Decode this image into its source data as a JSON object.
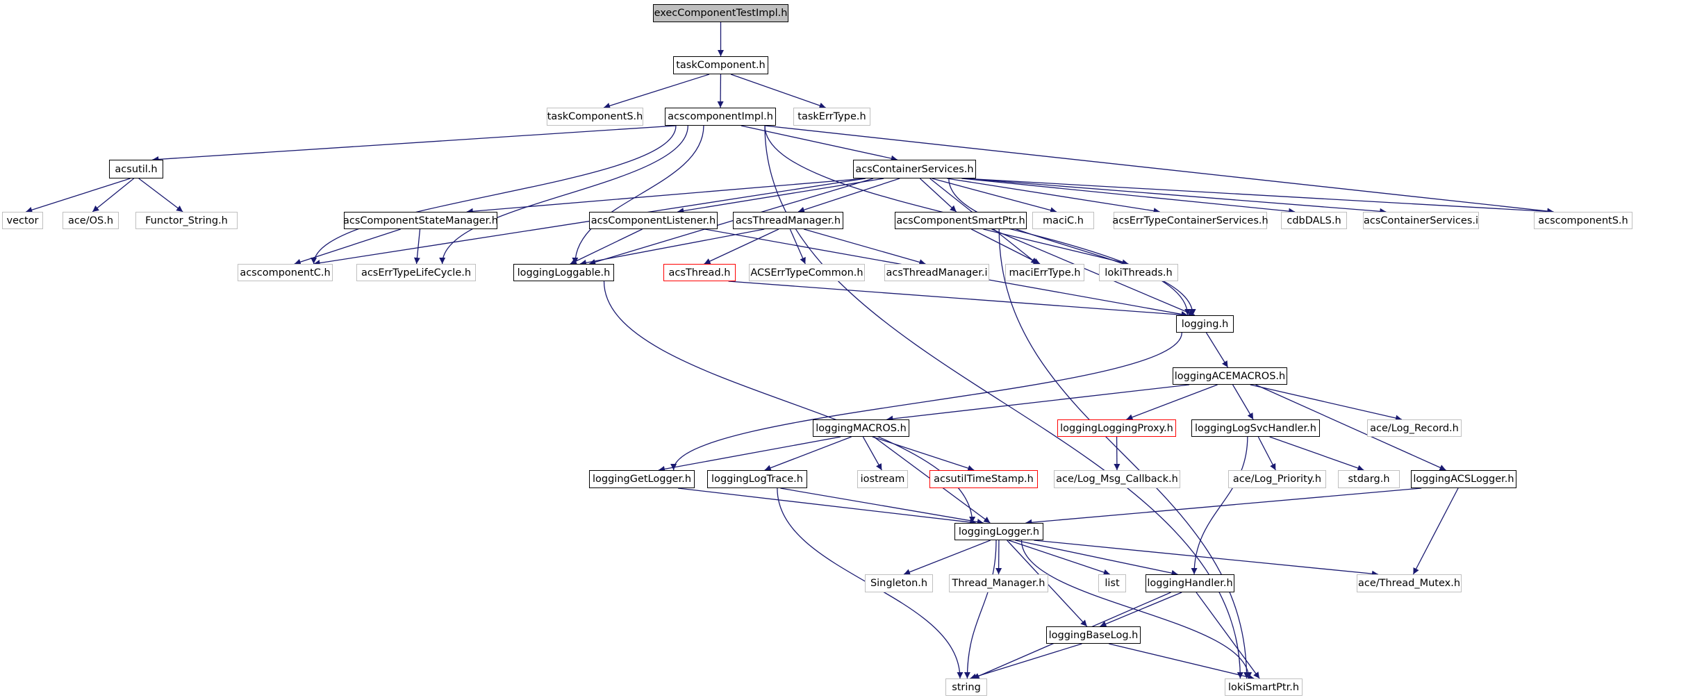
{
  "title": "execComponentTestImpl.h include dependency graph",
  "colors": {
    "edge": "#191970",
    "documented_border": "#000000",
    "undocumented_border": "#bfbfbf",
    "error_border": "#ff0000",
    "root_fill": "#bfbfbf"
  },
  "nodes": [
    {
      "id": "execComponentTestImpl",
      "label": "execComponentTestImpl.h",
      "style": "root"
    },
    {
      "id": "taskComponent",
      "label": "taskComponent.h",
      "style": "doc"
    },
    {
      "id": "taskComponentS",
      "label": "taskComponentS.h",
      "style": "undoc"
    },
    {
      "id": "acscomponentImpl",
      "label": "acscomponentImpl.h",
      "style": "doc"
    },
    {
      "id": "taskErrType",
      "label": "taskErrType.h",
      "style": "undoc"
    },
    {
      "id": "acsutil",
      "label": "acsutil.h",
      "style": "doc"
    },
    {
      "id": "acsContainerServices",
      "label": "acsContainerServices.h",
      "style": "doc"
    },
    {
      "id": "vector",
      "label": "vector",
      "style": "undoc"
    },
    {
      "id": "aceOS",
      "label": "ace/OS.h",
      "style": "undoc"
    },
    {
      "id": "FunctorString",
      "label": "Functor_String.h",
      "style": "undoc"
    },
    {
      "id": "acsComponentStateManager",
      "label": "acsComponentStateManager.h",
      "style": "doc"
    },
    {
      "id": "acsComponentListener",
      "label": "acsComponentListener.h",
      "style": "doc"
    },
    {
      "id": "acsThreadManager",
      "label": "acsThreadManager.h",
      "style": "doc"
    },
    {
      "id": "acsComponentSmartPtr",
      "label": "acsComponentSmartPtr.h",
      "style": "doc"
    },
    {
      "id": "maciC",
      "label": "maciC.h",
      "style": "undoc"
    },
    {
      "id": "acsErrTypeContainerServices",
      "label": "acsErrTypeContainerServices.h",
      "style": "undoc"
    },
    {
      "id": "cdbDALS",
      "label": "cdbDALS.h",
      "style": "undoc"
    },
    {
      "id": "acsContainerServicesI",
      "label": "acsContainerServices.i",
      "style": "undoc"
    },
    {
      "id": "acscomponentS",
      "label": "acscomponentS.h",
      "style": "undoc"
    },
    {
      "id": "acscomponentC",
      "label": "acscomponentC.h",
      "style": "undoc"
    },
    {
      "id": "acsErrTypeLifeCycle",
      "label": "acsErrTypeLifeCycle.h",
      "style": "undoc"
    },
    {
      "id": "loggingLoggable",
      "label": "loggingLoggable.h",
      "style": "doc"
    },
    {
      "id": "acsThread",
      "label": "acsThread.h",
      "style": "error"
    },
    {
      "id": "ACSErrTypeCommon",
      "label": "ACSErrTypeCommon.h",
      "style": "undoc"
    },
    {
      "id": "acsThreadManagerI",
      "label": "acsThreadManager.i",
      "style": "undoc"
    },
    {
      "id": "maciErrType",
      "label": "maciErrType.h",
      "style": "undoc"
    },
    {
      "id": "lokiThreads",
      "label": "lokiThreads.h",
      "style": "undoc"
    },
    {
      "id": "logging",
      "label": "logging.h",
      "style": "doc"
    },
    {
      "id": "loggingACEMACROS",
      "label": "loggingACEMACROS.h",
      "style": "doc"
    },
    {
      "id": "loggingMACROS",
      "label": "loggingMACROS.h",
      "style": "doc"
    },
    {
      "id": "loggingLoggingProxy",
      "label": "loggingLoggingProxy.h",
      "style": "error"
    },
    {
      "id": "loggingLogSvcHandler",
      "label": "loggingLogSvcHandler.h",
      "style": "doc"
    },
    {
      "id": "aceLogRecord",
      "label": "ace/Log_Record.h",
      "style": "undoc"
    },
    {
      "id": "loggingGetLogger",
      "label": "loggingGetLogger.h",
      "style": "doc"
    },
    {
      "id": "loggingLogTrace",
      "label": "loggingLogTrace.h",
      "style": "doc"
    },
    {
      "id": "iostream",
      "label": "iostream",
      "style": "undoc"
    },
    {
      "id": "acsutilTimeStamp",
      "label": "acsutilTimeStamp.h",
      "style": "error"
    },
    {
      "id": "aceLogMsgCallback",
      "label": "ace/Log_Msg_Callback.h",
      "style": "undoc"
    },
    {
      "id": "aceLogPriority",
      "label": "ace/Log_Priority.h",
      "style": "undoc"
    },
    {
      "id": "stdarg",
      "label": "stdarg.h",
      "style": "undoc"
    },
    {
      "id": "loggingACSLogger",
      "label": "loggingACSLogger.h",
      "style": "doc"
    },
    {
      "id": "loggingLogger",
      "label": "loggingLogger.h",
      "style": "doc"
    },
    {
      "id": "Singleton",
      "label": "Singleton.h",
      "style": "undoc"
    },
    {
      "id": "ThreadManager",
      "label": "Thread_Manager.h",
      "style": "undoc"
    },
    {
      "id": "list",
      "label": "list",
      "style": "undoc"
    },
    {
      "id": "loggingHandler",
      "label": "loggingHandler.h",
      "style": "doc"
    },
    {
      "id": "aceThreadMutex",
      "label": "ace/Thread_Mutex.h",
      "style": "undoc"
    },
    {
      "id": "loggingBaseLog",
      "label": "loggingBaseLog.h",
      "style": "doc"
    },
    {
      "id": "string",
      "label": "string",
      "style": "undoc"
    },
    {
      "id": "lokiSmartPtr",
      "label": "lokiSmartPtr.h",
      "style": "undoc"
    }
  ],
  "edges": [
    [
      "execComponentTestImpl",
      "taskComponent"
    ],
    [
      "taskComponent",
      "taskComponentS"
    ],
    [
      "taskComponent",
      "acscomponentImpl"
    ],
    [
      "taskComponent",
      "taskErrType"
    ],
    [
      "acscomponentImpl",
      "acsutil"
    ],
    [
      "acscomponentImpl",
      "acscomponentC"
    ],
    [
      "acscomponentImpl",
      "acsErrTypeLifeCycle"
    ],
    [
      "acscomponentImpl",
      "loggingLoggable"
    ],
    [
      "acscomponentImpl",
      "acsContainerServices"
    ],
    [
      "acscomponentImpl",
      "acscomponentS"
    ],
    [
      "acscomponentImpl",
      "logging"
    ],
    [
      "acscomponentImpl",
      "lokiSmartPtr"
    ],
    [
      "acsutil",
      "vector"
    ],
    [
      "acsutil",
      "aceOS"
    ],
    [
      "acsutil",
      "FunctorString"
    ],
    [
      "acsContainerServices",
      "acsComponentStateManager"
    ],
    [
      "acsContainerServices",
      "acscomponentC"
    ],
    [
      "acsContainerServices",
      "loggingLoggable"
    ],
    [
      "acsContainerServices",
      "acsComponentListener"
    ],
    [
      "acsContainerServices",
      "acsThreadManager"
    ],
    [
      "acsContainerServices",
      "acsComponentSmartPtr"
    ],
    [
      "acsContainerServices",
      "maciC"
    ],
    [
      "acsContainerServices",
      "acsErrTypeContainerServices"
    ],
    [
      "acsContainerServices",
      "cdbDALS"
    ],
    [
      "acsContainerServices",
      "acsContainerServicesI"
    ],
    [
      "acsContainerServices",
      "acscomponentS"
    ],
    [
      "acsContainerServices",
      "maciErrType"
    ],
    [
      "acsContainerServices",
      "logging"
    ],
    [
      "acsComponentStateManager",
      "acscomponentC"
    ],
    [
      "acsComponentStateManager",
      "acsErrTypeLifeCycle"
    ],
    [
      "acsComponentListener",
      "loggingLoggable"
    ],
    [
      "acsComponentListener",
      "logging"
    ],
    [
      "acsThreadManager",
      "loggingLoggable"
    ],
    [
      "acsThreadManager",
      "acsThread"
    ],
    [
      "acsThreadManager",
      "ACSErrTypeCommon"
    ],
    [
      "acsThreadManager",
      "acsThreadManagerI"
    ],
    [
      "acsComponentSmartPtr",
      "maciErrType"
    ],
    [
      "acsComponentSmartPtr",
      "lokiThreads"
    ],
    [
      "acsComponentSmartPtr",
      "logging"
    ],
    [
      "acsComponentSmartPtr",
      "lokiSmartPtr"
    ],
    [
      "acsThread",
      "logging"
    ],
    [
      "loggingLoggable",
      "loggingLogger"
    ],
    [
      "logging",
      "loggingACEMACROS"
    ],
    [
      "logging",
      "loggingGetLogger"
    ],
    [
      "loggingACEMACROS",
      "loggingMACROS"
    ],
    [
      "loggingACEMACROS",
      "loggingLoggingProxy"
    ],
    [
      "loggingACEMACROS",
      "loggingLogSvcHandler"
    ],
    [
      "loggingACEMACROS",
      "aceLogRecord"
    ],
    [
      "loggingACEMACROS",
      "loggingACSLogger"
    ],
    [
      "loggingMACROS",
      "loggingGetLogger"
    ],
    [
      "loggingMACROS",
      "loggingLogTrace"
    ],
    [
      "loggingMACROS",
      "iostream"
    ],
    [
      "loggingMACROS",
      "acsutilTimeStamp"
    ],
    [
      "loggingMACROS",
      "loggingLogger"
    ],
    [
      "loggingLoggingProxy",
      "aceLogMsgCallback"
    ],
    [
      "loggingLogSvcHandler",
      "aceLogPriority"
    ],
    [
      "loggingLogSvcHandler",
      "stdarg"
    ],
    [
      "loggingLogSvcHandler",
      "loggingHandler"
    ],
    [
      "loggingGetLogger",
      "loggingLogger"
    ],
    [
      "loggingLogTrace",
      "loggingLogger"
    ],
    [
      "loggingLogTrace",
      "string"
    ],
    [
      "loggingACSLogger",
      "loggingLogger"
    ],
    [
      "loggingACSLogger",
      "aceThreadMutex"
    ],
    [
      "loggingLogger",
      "Singleton"
    ],
    [
      "loggingLogger",
      "ThreadManager"
    ],
    [
      "loggingLogger",
      "list"
    ],
    [
      "loggingLogger",
      "loggingHandler"
    ],
    [
      "loggingLogger",
      "aceThreadMutex"
    ],
    [
      "loggingLogger",
      "loggingBaseLog"
    ],
    [
      "loggingLogger",
      "string"
    ],
    [
      "loggingLogger",
      "lokiSmartPtr"
    ],
    [
      "loggingHandler",
      "loggingBaseLog"
    ],
    [
      "loggingHandler",
      "string"
    ],
    [
      "loggingHandler",
      "lokiSmartPtr"
    ],
    [
      "loggingBaseLog",
      "string"
    ],
    [
      "loggingBaseLog",
      "lokiSmartPtr"
    ]
  ]
}
